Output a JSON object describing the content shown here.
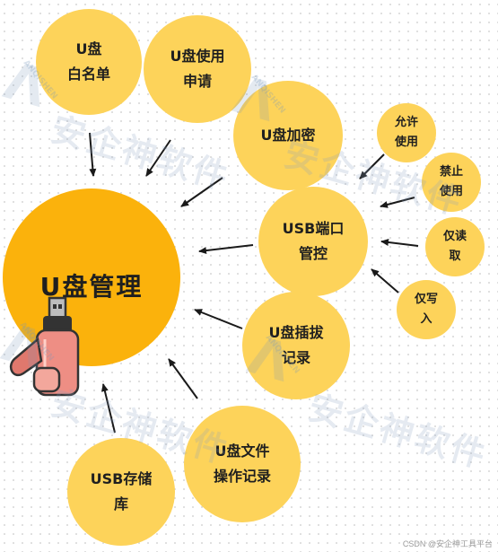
{
  "center": {
    "label": "U盘管理"
  },
  "satellites": [
    {
      "id": "whitelist",
      "label": "U盘\n白名单"
    },
    {
      "id": "usage-request",
      "label": "U盘使用\n申请"
    },
    {
      "id": "encryption",
      "label": "U盘加密"
    },
    {
      "id": "usb-port",
      "label": "USB端口\n管控"
    },
    {
      "id": "plug-log",
      "label": "U盘插拔\n记录"
    },
    {
      "id": "file-log",
      "label": "U盘文件\n操作记录"
    },
    {
      "id": "usb-library",
      "label": "USB存储\n库"
    }
  ],
  "port_options": [
    {
      "id": "allow",
      "label": "允许\n使用"
    },
    {
      "id": "forbid",
      "label": "禁止\n使用"
    },
    {
      "id": "read-only",
      "label": "仅读\n取"
    },
    {
      "id": "write-only",
      "label": "仅写\n入"
    }
  ],
  "colors": {
    "core": "#fbb20c",
    "node": "#fdd35a",
    "drive": "#ee8e84",
    "arrow": "#1a1a1a"
  },
  "watermark": {
    "company": "安企神软件",
    "brand": "ANQISHEN"
  },
  "credit": "CSDN @安企神工具平台"
}
